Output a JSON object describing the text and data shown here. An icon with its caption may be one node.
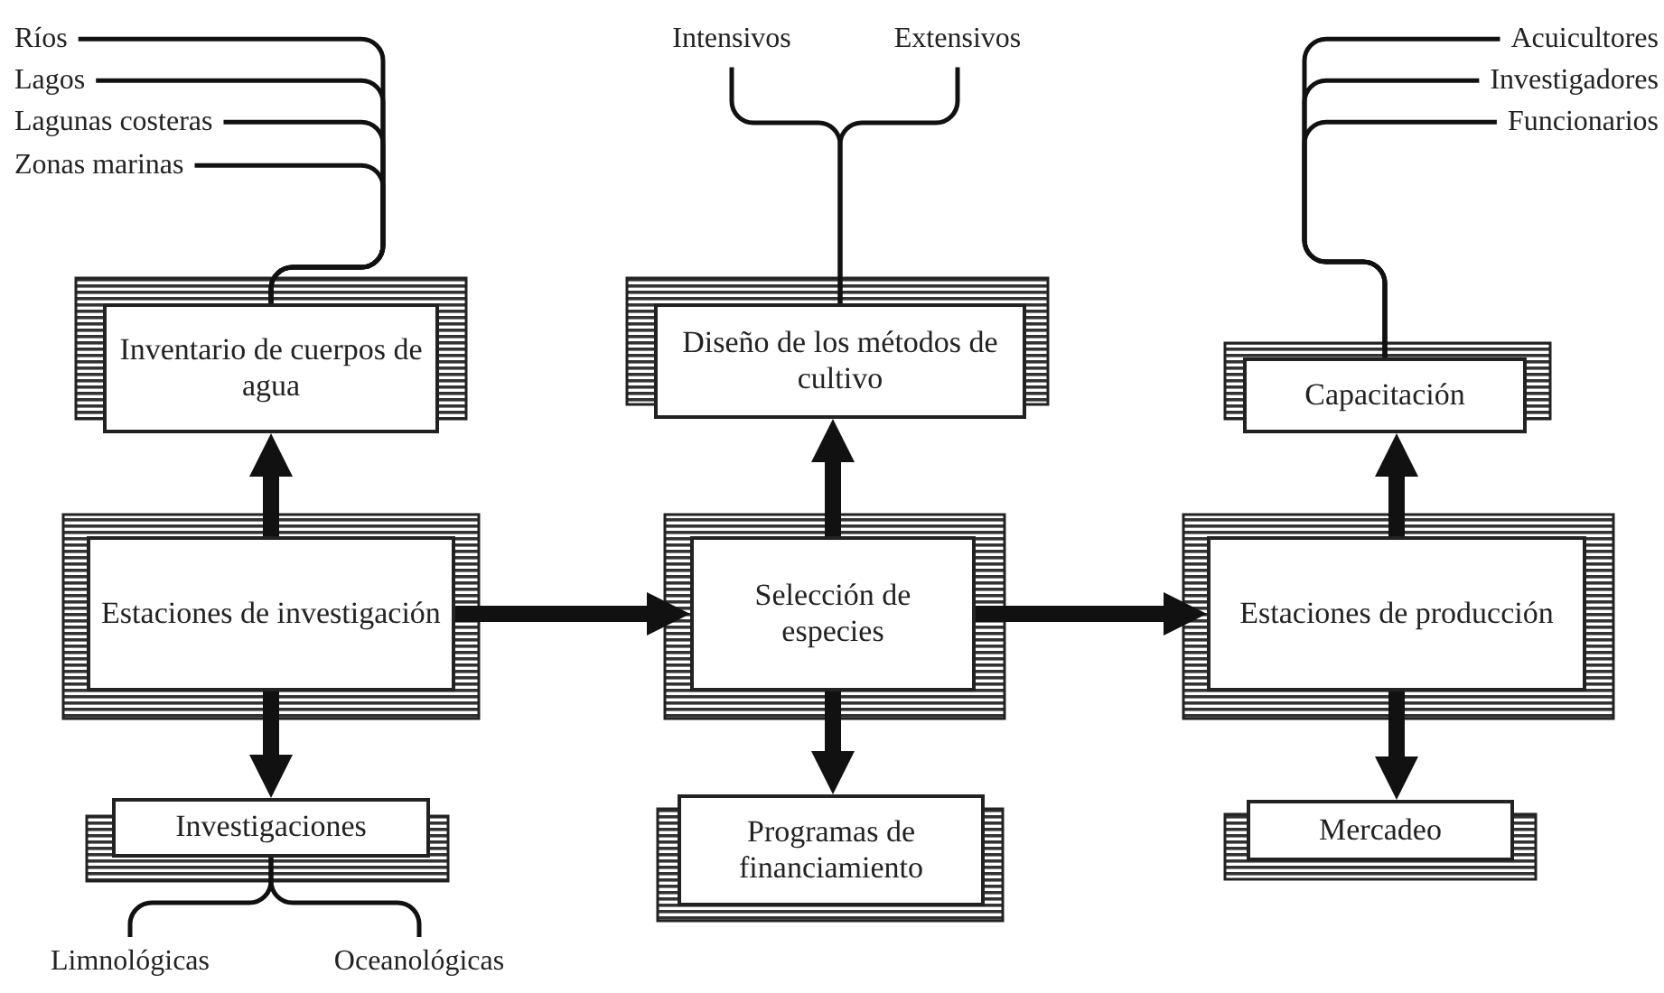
{
  "diagram": {
    "nodes": [
      {
        "text": [
          "Ríos"
        ]
      },
      {
        "text": [
          "Lagos"
        ]
      },
      {
        "text": [
          "Lagunas costeras"
        ]
      },
      {
        "text": [
          "Zonas marinas"
        ]
      },
      {
        "text": [
          "Intensivos"
        ]
      },
      {
        "text": [
          "Extensivos"
        ]
      },
      {
        "text": [
          "Acuicultores"
        ]
      },
      {
        "text": [
          "Investigadores"
        ]
      },
      {
        "text": [
          "Funcionarios"
        ]
      },
      {
        "text": [
          "Inventario de cuerpos de agua"
        ]
      },
      {
        "text": [
          "Diseño de los métodos de cultivo"
        ]
      },
      {
        "text": [
          "Capacitación"
        ]
      },
      {
        "text": [
          "Estaciones de investigación"
        ]
      },
      {
        "text": [
          "Selección de especies"
        ]
      },
      {
        "text": [
          "Estaciones de producción"
        ]
      },
      {
        "text": [
          "Investigaciones"
        ]
      },
      {
        "text": [
          "Programas de financiamiento"
        ]
      },
      {
        "text": [
          "Mercadeo"
        ]
      },
      {
        "text": [
          "Limnológicas"
        ]
      },
      {
        "text": [
          "Oceanológicas"
        ]
      }
    ],
    "edges": [
      {
        "from": 12,
        "to": 9,
        "arrow": "to",
        "style": "thick"
      },
      {
        "from": 12,
        "to": 15,
        "arrow": "to",
        "style": "thick"
      },
      {
        "from": 12,
        "to": 13,
        "arrow": "to",
        "style": "thick"
      },
      {
        "from": 13,
        "to": 10,
        "arrow": "to",
        "style": "thick"
      },
      {
        "from": 13,
        "to": 16,
        "arrow": "to",
        "style": "thick"
      },
      {
        "from": 13,
        "to": 14,
        "arrow": "to",
        "style": "thick"
      },
      {
        "from": 14,
        "to": 11,
        "arrow": "to",
        "style": "thick"
      },
      {
        "from": 14,
        "to": 17,
        "arrow": "to",
        "style": "thick"
      },
      {
        "from": 0,
        "to": 9,
        "arrow": "none"
      },
      {
        "from": 1,
        "to": 9,
        "arrow": "none"
      },
      {
        "from": 2,
        "to": 9,
        "arrow": "none"
      },
      {
        "from": 3,
        "to": 9,
        "arrow": "none"
      },
      {
        "from": 4,
        "to": 10,
        "arrow": "none"
      },
      {
        "from": 5,
        "to": 10,
        "arrow": "none"
      },
      {
        "from": 6,
        "to": 11,
        "arrow": "none"
      },
      {
        "from": 7,
        "to": 11,
        "arrow": "none"
      },
      {
        "from": 8,
        "to": 11,
        "arrow": "none"
      },
      {
        "from": 18,
        "to": 15,
        "arrow": "none"
      },
      {
        "from": 19,
        "to": 15,
        "arrow": "none"
      }
    ]
  }
}
